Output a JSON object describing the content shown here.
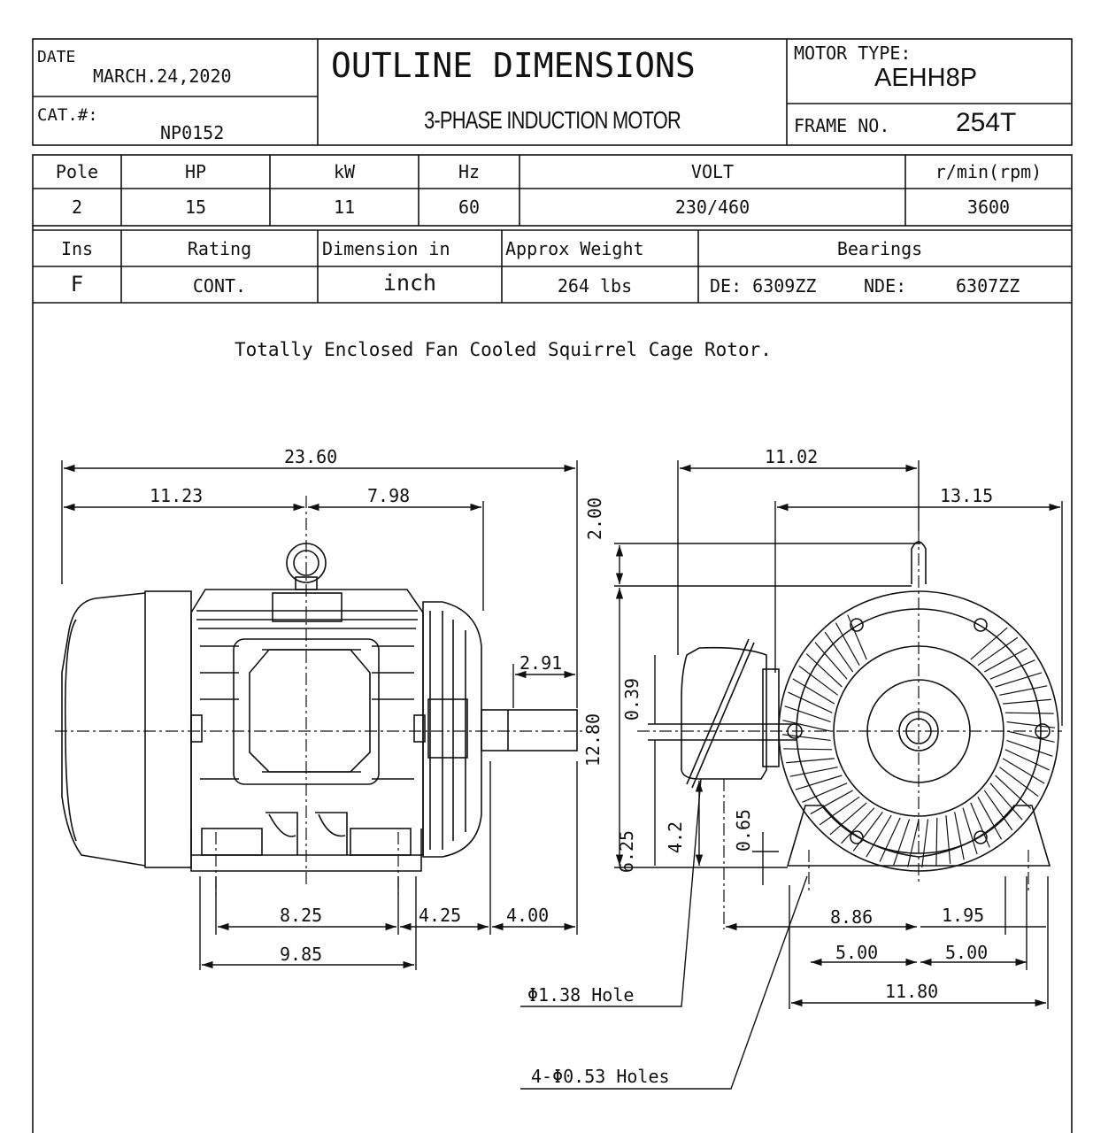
{
  "header": {
    "date_label": "DATE",
    "date_value": "MARCH.24,2020",
    "cat_label": "CAT.#:",
    "cat_value": "NP0152",
    "title": "OUTLINE DIMENSIONS",
    "subtitle": "3-PHASE INDUCTION MOTOR",
    "motor_type_label": "MOTOR TYPE:",
    "motor_type_value": "AEHH8P",
    "frame_label": "FRAME NO.",
    "frame_value": "254T"
  },
  "specs1": {
    "headers": [
      "Pole",
      "HP",
      "kW",
      "Hz",
      "VOLT",
      "r/min(rpm)"
    ],
    "values": [
      "2",
      "15",
      "11",
      "60",
      "230/460",
      "3600"
    ]
  },
  "specs2": {
    "headers": [
      "Ins",
      "Rating",
      "Dimension in",
      "Approx Weight",
      "Bearings"
    ],
    "values": [
      "F",
      "CONT.",
      "inch",
      "264 lbs"
    ],
    "bearings_de": "DE: 6309ZZ",
    "bearings_nde": "NDE:",
    "bearings_nde_value": "6307ZZ"
  },
  "description": "Totally Enclosed Fan Cooled Squirrel Cage Rotor.",
  "dimensions": {
    "overall_length": "23.60",
    "rear_to_center": "11.23",
    "center_to_face": "7.98",
    "shaft_length": "2.91",
    "foot_spacing": "8.25",
    "foot_to_face": "4.25",
    "shaft_extension": "4.00",
    "base_length": "9.85",
    "lift_height": "2.00",
    "total_height": "12.80",
    "shaft_height": "6.25",
    "width_box": "11.02",
    "half_width": "13.15",
    "shaft_dia": "0.39",
    "box_height": "4.2",
    "foot_height": "0.65",
    "box_offset": "8.86",
    "foot_edge": "1.95",
    "half_base_left": "5.00",
    "half_base_right": "5.00",
    "base_width": "11.80",
    "conduit_hole": "Φ1.38 Hole",
    "mount_holes": "4-Φ0.53 Holes"
  }
}
